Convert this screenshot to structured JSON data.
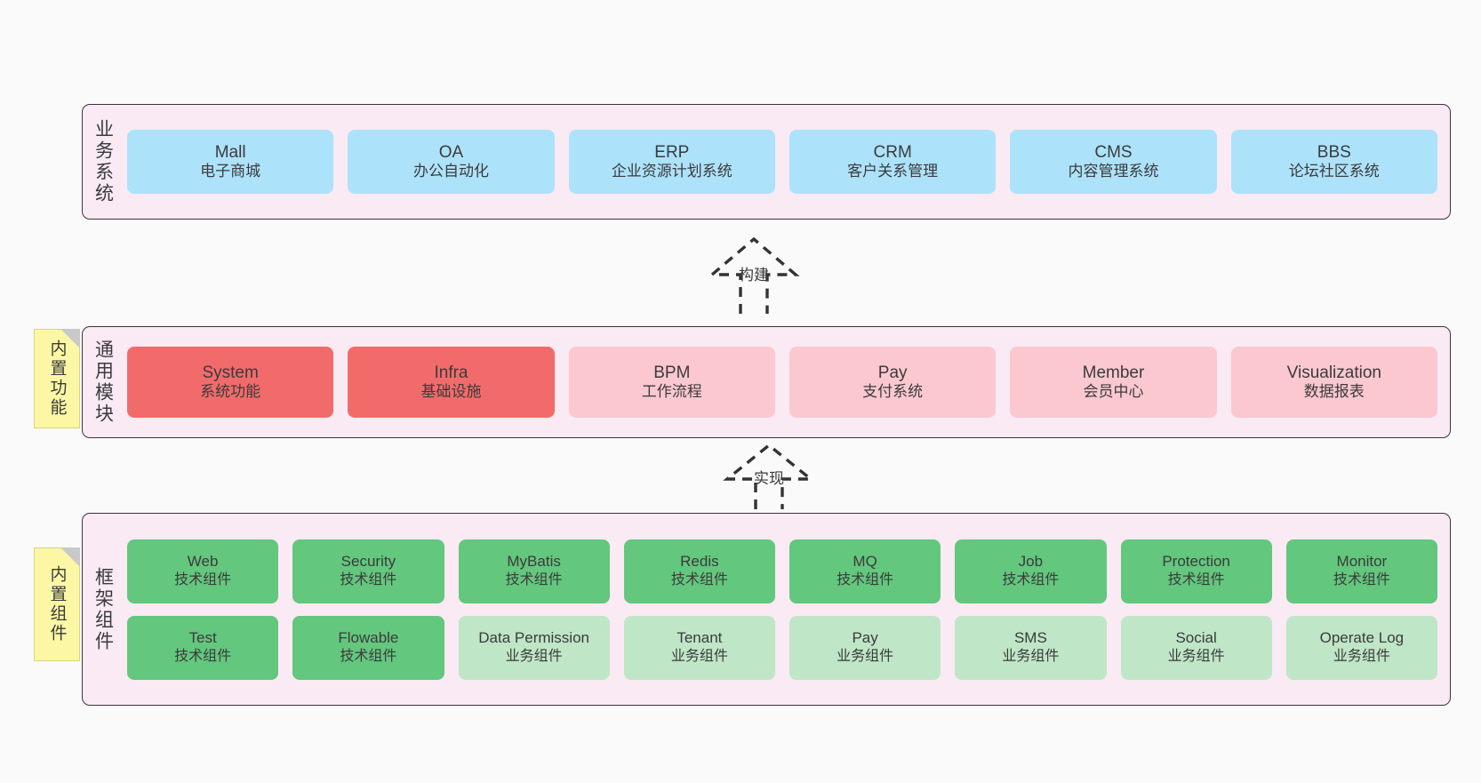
{
  "diagram": {
    "title": "ruoyi-vue-pro architecture layers",
    "background": "#fafafa"
  },
  "layers": [
    {
      "id": "business",
      "title": "业务系统",
      "note": null,
      "rows": [
        {
          "cards": [
            {
              "en": "Mall",
              "cn": "电子商城",
              "color": "#ade2fb"
            },
            {
              "en": "OA",
              "cn": "办公自动化",
              "color": "#ade2fb"
            },
            {
              "en": "ERP",
              "cn": "企业资源计划系统",
              "color": "#ade2fb"
            },
            {
              "en": "CRM",
              "cn": "客户关系管理",
              "color": "#ade2fb"
            },
            {
              "en": "CMS",
              "cn": "内容管理系统",
              "color": "#ade2fb"
            },
            {
              "en": "BBS",
              "cn": "论坛社区系统",
              "color": "#ade2fb"
            }
          ]
        }
      ]
    },
    {
      "id": "common",
      "title": "通用模块",
      "note": "内置功能",
      "rows": [
        {
          "cards": [
            {
              "en": "System",
              "cn": "系统功能",
              "color": "#f26b6b"
            },
            {
              "en": "Infra",
              "cn": "基础设施",
              "color": "#f26b6b"
            },
            {
              "en": "BPM",
              "cn": "工作流程",
              "color": "#fbc8d0"
            },
            {
              "en": "Pay",
              "cn": "支付系统",
              "color": "#fbc8d0"
            },
            {
              "en": "Member",
              "cn": "会员中心",
              "color": "#fbc8d0"
            },
            {
              "en": "Visualization",
              "cn": "数据报表",
              "color": "#fbc8d0"
            }
          ]
        }
      ]
    },
    {
      "id": "framework",
      "title": "框架组件",
      "note": "内置组件",
      "rows": [
        {
          "cards": [
            {
              "en": "Web",
              "cn": "技术组件",
              "color": "#63c77e"
            },
            {
              "en": "Security",
              "cn": "技术组件",
              "color": "#63c77e"
            },
            {
              "en": "MyBatis",
              "cn": "技术组件",
              "color": "#63c77e"
            },
            {
              "en": "Redis",
              "cn": "技术组件",
              "color": "#63c77e"
            },
            {
              "en": "MQ",
              "cn": "技术组件",
              "color": "#63c77e"
            },
            {
              "en": "Job",
              "cn": "技术组件",
              "color": "#63c77e"
            },
            {
              "en": "Protection",
              "cn": "技术组件",
              "color": "#63c77e"
            },
            {
              "en": "Monitor",
              "cn": "技术组件",
              "color": "#63c77e"
            }
          ]
        },
        {
          "cards": [
            {
              "en": "Test",
              "cn": "技术组件",
              "color": "#63c77e"
            },
            {
              "en": "Flowable",
              "cn": "技术组件",
              "color": "#63c77e"
            },
            {
              "en": "Data Permission",
              "cn": "业务组件",
              "color": "#bfe6c7"
            },
            {
              "en": "Tenant",
              "cn": "业务组件",
              "color": "#bfe6c7"
            },
            {
              "en": "Pay",
              "cn": "业务组件",
              "color": "#bfe6c7"
            },
            {
              "en": "SMS",
              "cn": "业务组件",
              "color": "#bfe6c7"
            },
            {
              "en": "Social",
              "cn": "业务组件",
              "color": "#bfe6c7"
            },
            {
              "en": "Operate Log",
              "cn": "业务组件",
              "color": "#bfe6c7"
            }
          ]
        }
      ]
    }
  ],
  "arrows": [
    {
      "id": "build",
      "label": "构建",
      "from": "common",
      "to": "business"
    },
    {
      "id": "implement",
      "label": "实现",
      "from": "framework",
      "to": "common"
    }
  ],
  "colors": {
    "canvas_bg": "#fafafa",
    "layer_bg": "#f9eaf4",
    "layer_border": "#3d3242",
    "note_bg": "#fbf7a5",
    "note_fold": "#c9c9c9",
    "arrow_stroke": "#333333",
    "text": "#3b3b3b"
  }
}
